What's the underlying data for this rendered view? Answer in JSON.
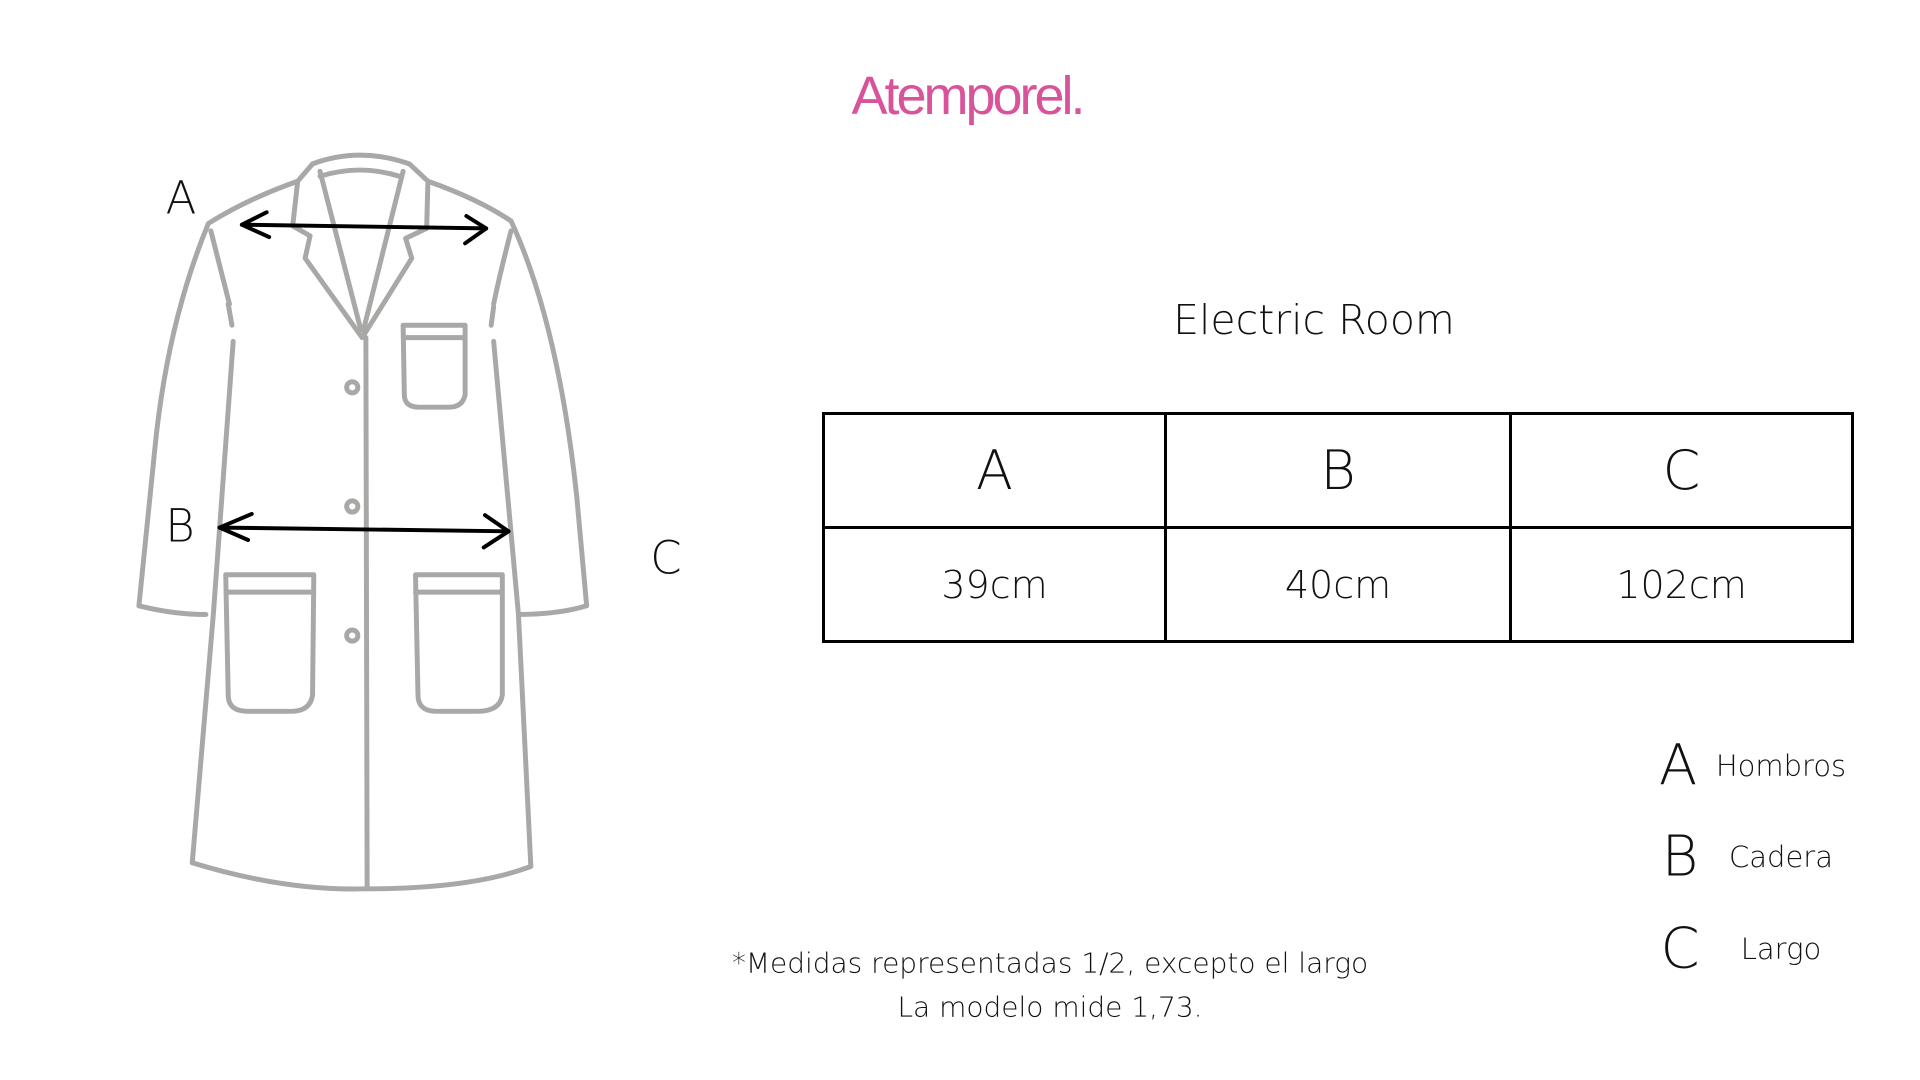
{
  "brand": {
    "logo": "Atemporel.",
    "color": "#d9539a"
  },
  "diagram": {
    "labels": [
      "A",
      "B",
      "C"
    ]
  },
  "product": {
    "name": "Electric Room"
  },
  "size_table": {
    "headers": [
      "A",
      "B",
      "C"
    ],
    "values": [
      "39cm",
      "40cm",
      "102cm"
    ]
  },
  "legend": [
    {
      "key": "A",
      "label": "Hombros"
    },
    {
      "key": "B",
      "label": "Cadera"
    },
    {
      "key": "C",
      "label": "Largo"
    }
  ],
  "footnote": {
    "line1": "*Medidas representadas 1/2, excepto el largo",
    "line2": "La modelo mide 1,73."
  }
}
